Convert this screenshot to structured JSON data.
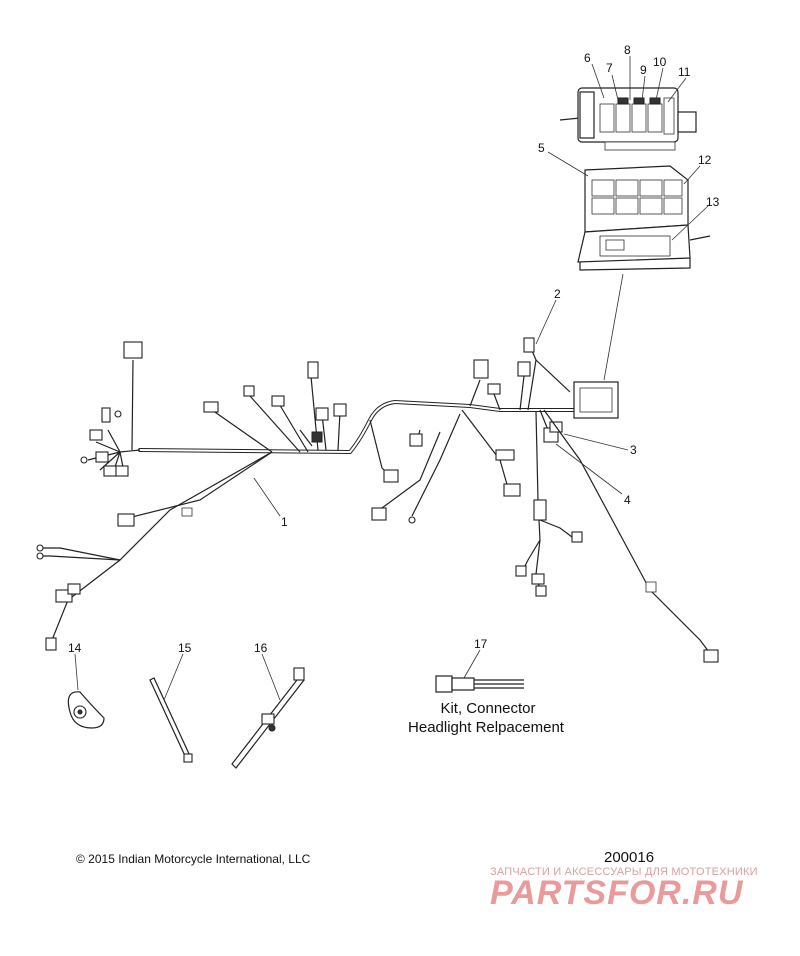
{
  "callouts": {
    "c1": "1",
    "c2": "2",
    "c3": "3",
    "c4": "4",
    "c5": "5",
    "c6": "6",
    "c7": "7",
    "c8": "8",
    "c9": "9",
    "c10": "10",
    "c11": "11",
    "c12": "12",
    "c13": "13",
    "c14": "14",
    "c15": "15",
    "c16": "16",
    "c17": "17"
  },
  "kit_label": {
    "line1": "Kit, Connector",
    "line2": "Headlight Relpacement"
  },
  "footer": {
    "copyright": "© 2015 Indian Motorcycle International, LLC",
    "figure_number": "200016"
  },
  "watermark": {
    "tagline": "ЗАПЧАСТИ И АКСЕССУАРЫ ДЛЯ МОТОТЕХНИКИ",
    "brand": "PARTSFOR.RU"
  }
}
